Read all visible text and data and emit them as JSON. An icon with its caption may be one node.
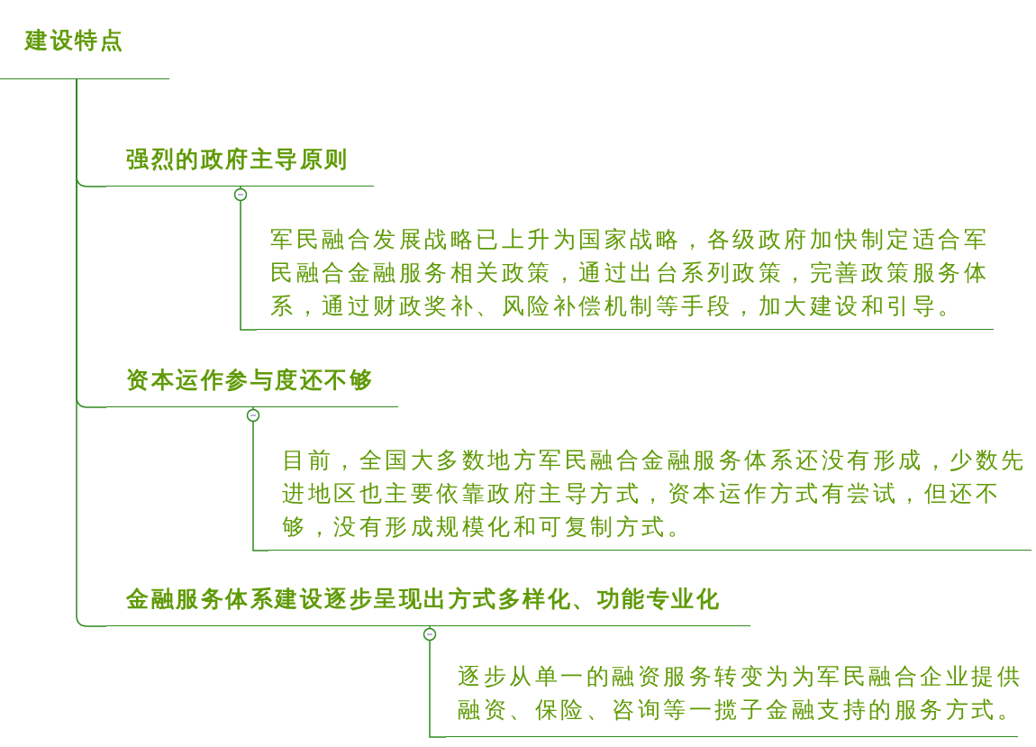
{
  "diagram": {
    "nodes": [
      {
        "text": [
          "建设特点"
        ]
      },
      {
        "text": [
          "强烈的政府主导原则"
        ]
      },
      {
        "text": [
          "军民融合发展战略已上升为国家战略，各级政府加快制定适合军民融合金融服务相关政策，通过出台系列政策，完善政策服务体系，通过财政奖补、风险补偿机制等手段，加大建设和引导。"
        ]
      },
      {
        "text": [
          "资本运作参与度还不够"
        ]
      },
      {
        "text": [
          "目前，全国大多数地方军民融合金融服务体系还没有形成，少数先进地区也主要依靠政府主导方式，资本运作方式有尝试，但还不够，没有形成规模化和可复制方式。"
        ]
      },
      {
        "text": [
          "金融服务体系建设逐步呈现出方式多样化、功能专业化"
        ]
      },
      {
        "text": [
          "逐步从单一的融资服务转变为为军民融合企业提供融资、保险、咨询等一揽子金融支持的服务方式。"
        ]
      }
    ],
    "edges": [
      {
        "from": 0,
        "to": 1,
        "arrow": "none"
      },
      {
        "from": 1,
        "to": 2,
        "arrow": "other"
      },
      {
        "from": 0,
        "to": 3,
        "arrow": "none"
      },
      {
        "from": 3,
        "to": 4,
        "arrow": "other"
      },
      {
        "from": 0,
        "to": 5,
        "arrow": "none"
      },
      {
        "from": 5,
        "to": 6,
        "arrow": "other"
      }
    ]
  }
}
